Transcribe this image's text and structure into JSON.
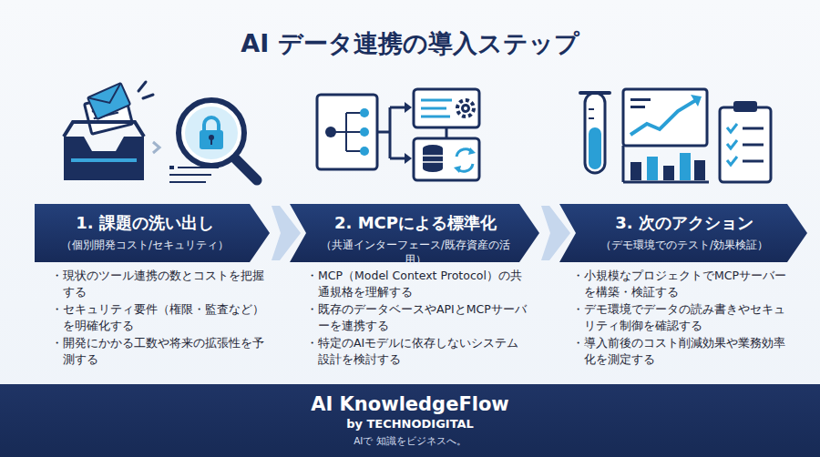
{
  "diagram": {
    "title": "AI データ連携の導入ステップ",
    "nodes": [
      {
        "text": [
          "1. 課題の洗い出し",
          "（個別開発コスト/セキュリティ）"
        ]
      },
      {
        "text": [
          "2. MCPによる標準化",
          "（共通インターフェース/既存資産の活用）"
        ]
      },
      {
        "text": [
          "3. 次のアクション",
          "（デモ環境でのテスト/効果検証）"
        ]
      },
      {
        "text": [
          "AI KnowledgeFlow",
          "by TECHNODIGITAL",
          "AIで 知識をビジネスへ。"
        ]
      }
    ],
    "edges": [
      {
        "from": 0,
        "to": 1,
        "arrow": "to"
      },
      {
        "from": 1,
        "to": 2,
        "arrow": "to"
      }
    ],
    "labels": [
      "・現状のツール連携の数とコストを把握する",
      "・セキュリティ要件（権限・監査など）を明確化する",
      "・開発にかかる工数や将来の拡張性を予測する",
      "・MCP（Model Context Protocol）の共通規格を理解する",
      "・既存のデータベースやAPIとMCPサーバーを連携する",
      "・特定のAIモデルに依存しないシステム設計を検討する",
      "・小規模なプロジェクトでMCPサーバーを構築・検証する",
      "・デモ環境でデータの読み書きやセキュリティ制御を確認する",
      "・導入前後のコスト削減効果や業務効率化を測定する"
    ]
  }
}
